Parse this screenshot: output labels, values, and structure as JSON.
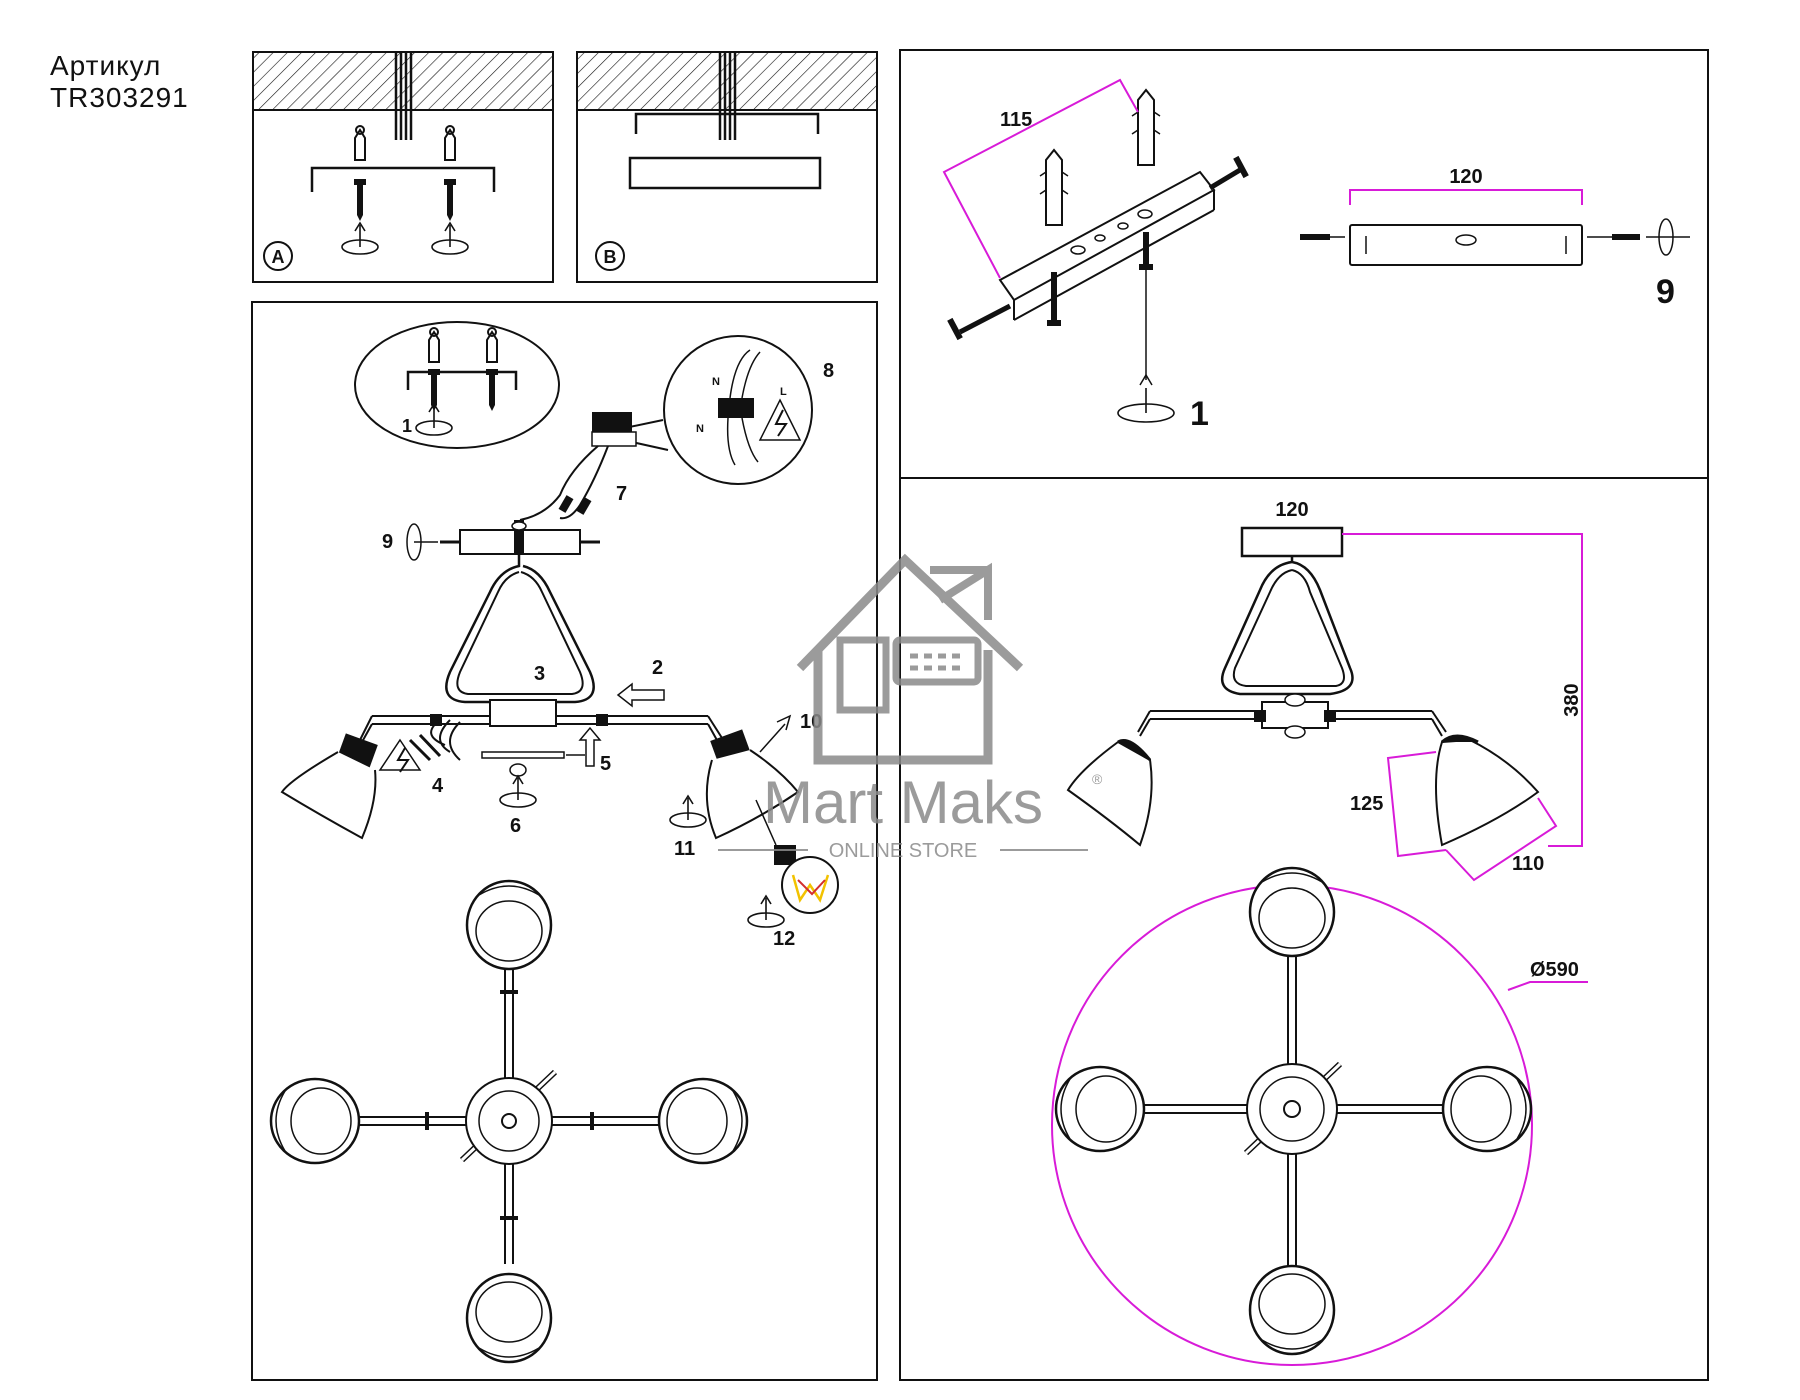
{
  "article": {
    "line1": "Артикул",
    "line2": "TR303291"
  },
  "panels": {
    "a": {
      "badge": "A"
    },
    "b": {
      "badge": "B"
    }
  },
  "steps": {
    "s1": "1",
    "s2": "2",
    "s3": "3",
    "s4": "4",
    "s5": "5",
    "s6": "6",
    "s7": "7",
    "s8": "8",
    "s9": "9",
    "s10": "10",
    "s11": "11",
    "s12": "12",
    "big1": "1",
    "big9": "9"
  },
  "wiring": {
    "n": "N",
    "l": "L"
  },
  "dimensions": {
    "bracket_length": "115",
    "plate_width_top": "120",
    "plate_width_side": "120",
    "height": "380",
    "shade_height": "125",
    "shade_width": "110",
    "diameter": "Ø590"
  },
  "watermark": {
    "brand": "Mart Maks",
    "reg": "®",
    "tagline": "ONLINE STORE"
  },
  "colors": {
    "dimension": "#d81bd8",
    "line": "#111111",
    "watermark": "#8a8a8a",
    "bulb": "#f2c200"
  }
}
